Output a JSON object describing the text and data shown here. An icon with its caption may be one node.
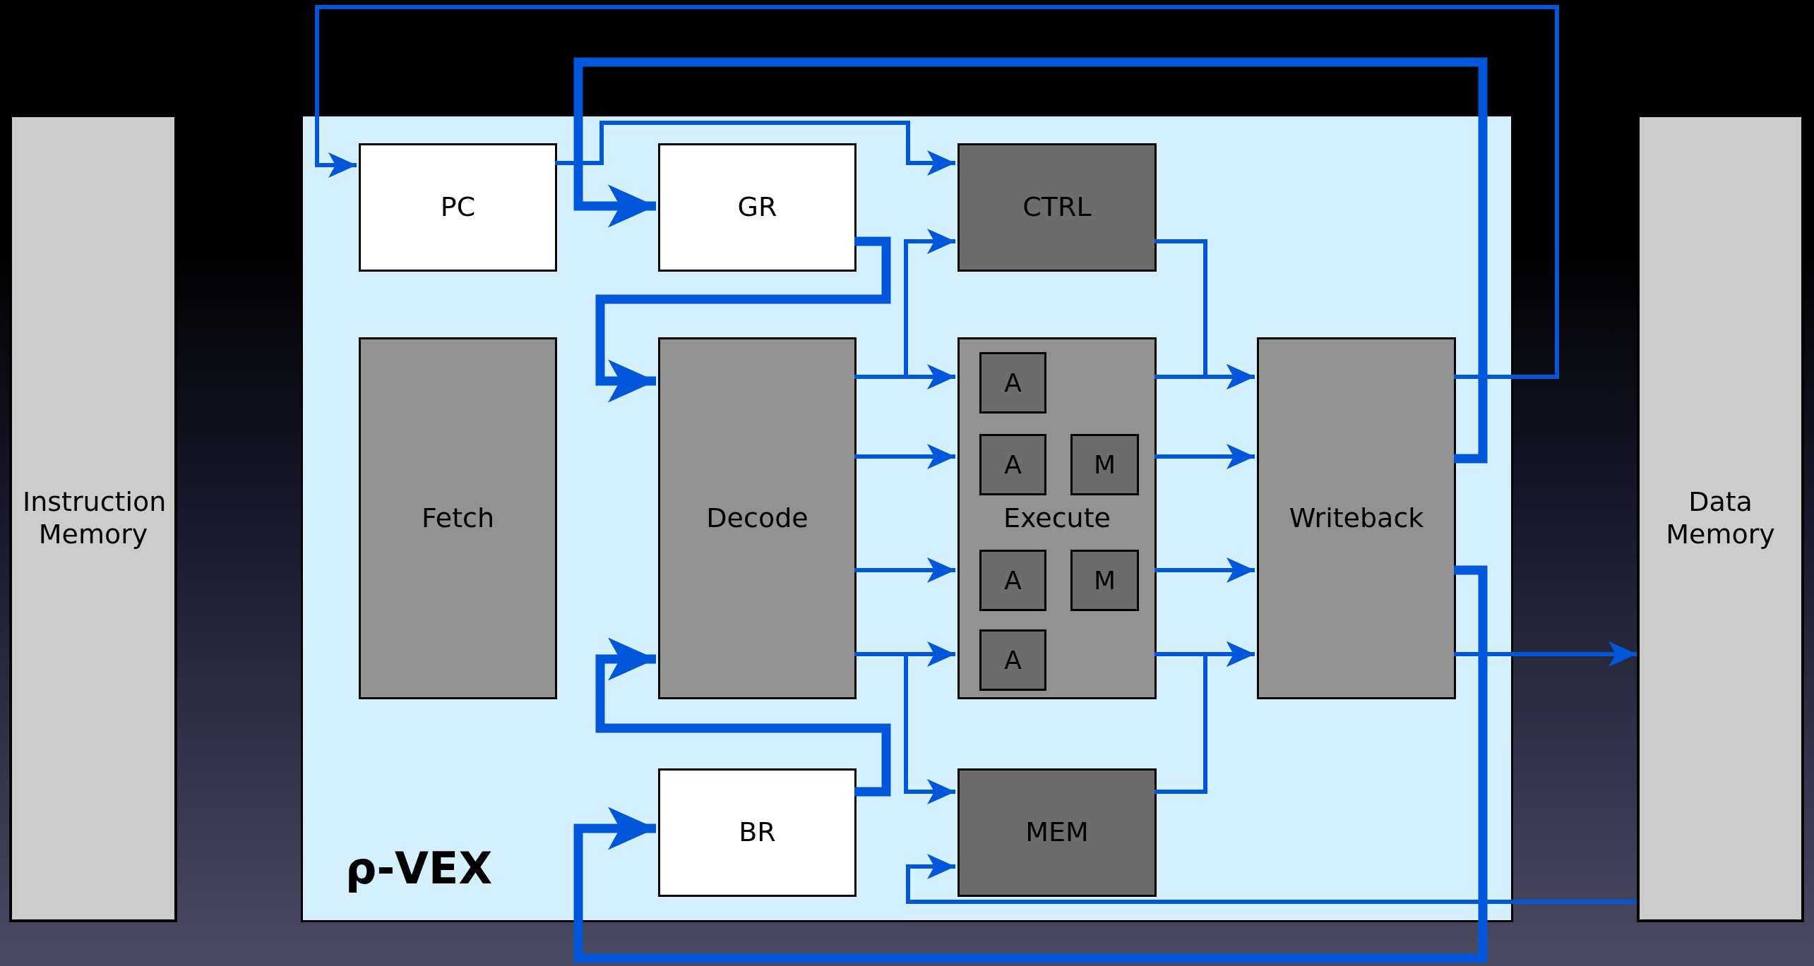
{
  "diagram": {
    "nodes": [
      {
        "text": [
          "Instruction Memory"
        ]
      },
      {
        "text": [
          "ρ-VEX"
        ]
      },
      {
        "text": [
          "PC"
        ],
        "in": 1
      },
      {
        "text": [
          "GR"
        ],
        "in": 1
      },
      {
        "text": [
          "CTRL"
        ],
        "in": 1
      },
      {
        "text": [
          "Fetch"
        ],
        "in": 1
      },
      {
        "text": [
          "Decode"
        ],
        "in": 1
      },
      {
        "text": [
          "Execute"
        ],
        "in": 1
      },
      {
        "text": [
          "A"
        ],
        "in": 7
      },
      {
        "text": [
          "A"
        ],
        "in": 7
      },
      {
        "text": [
          "M"
        ],
        "in": 7
      },
      {
        "text": [
          "A"
        ],
        "in": 7
      },
      {
        "text": [
          "M"
        ],
        "in": 7
      },
      {
        "text": [
          "A"
        ],
        "in": 7
      },
      {
        "text": [
          "Writeback"
        ],
        "in": 1
      },
      {
        "text": [
          "BR"
        ],
        "in": 1
      },
      {
        "text": [
          "MEM"
        ],
        "in": 1
      },
      {
        "text": [
          "Data Memory"
        ]
      }
    ],
    "edges": [
      {
        "from": 14,
        "to": 2,
        "arrow": "to"
      },
      {
        "from": 14,
        "to": 3,
        "arrow": "to",
        "style": "thick"
      },
      {
        "from": 14,
        "to": 15,
        "arrow": "to",
        "style": "thick"
      },
      {
        "from": 2,
        "to": 4,
        "arrow": "to"
      },
      {
        "from": 3,
        "to": 6,
        "arrow": "to",
        "style": "thick"
      },
      {
        "from": 15,
        "to": 6,
        "arrow": "to",
        "style": "thick"
      },
      {
        "from": 6,
        "to": 7,
        "arrow": "to"
      },
      {
        "from": 6,
        "to": 4,
        "arrow": "to"
      },
      {
        "from": 6,
        "to": 7,
        "arrow": "to"
      },
      {
        "from": 6,
        "to": 7,
        "arrow": "to"
      },
      {
        "from": 6,
        "to": 7,
        "arrow": "to"
      },
      {
        "from": 6,
        "to": 16,
        "arrow": "to"
      },
      {
        "from": 7,
        "to": 14,
        "arrow": "to"
      },
      {
        "from": 7,
        "to": 14,
        "arrow": "to"
      },
      {
        "from": 7,
        "to": 14,
        "arrow": "to"
      },
      {
        "from": 7,
        "to": 14,
        "arrow": "to"
      },
      {
        "from": 4,
        "to": 14,
        "arrow": "to"
      },
      {
        "from": 16,
        "to": 14,
        "arrow": "to"
      },
      {
        "from": 14,
        "to": 17,
        "arrow": "to"
      },
      {
        "from": 17,
        "to": 16,
        "arrow": "to"
      }
    ]
  }
}
